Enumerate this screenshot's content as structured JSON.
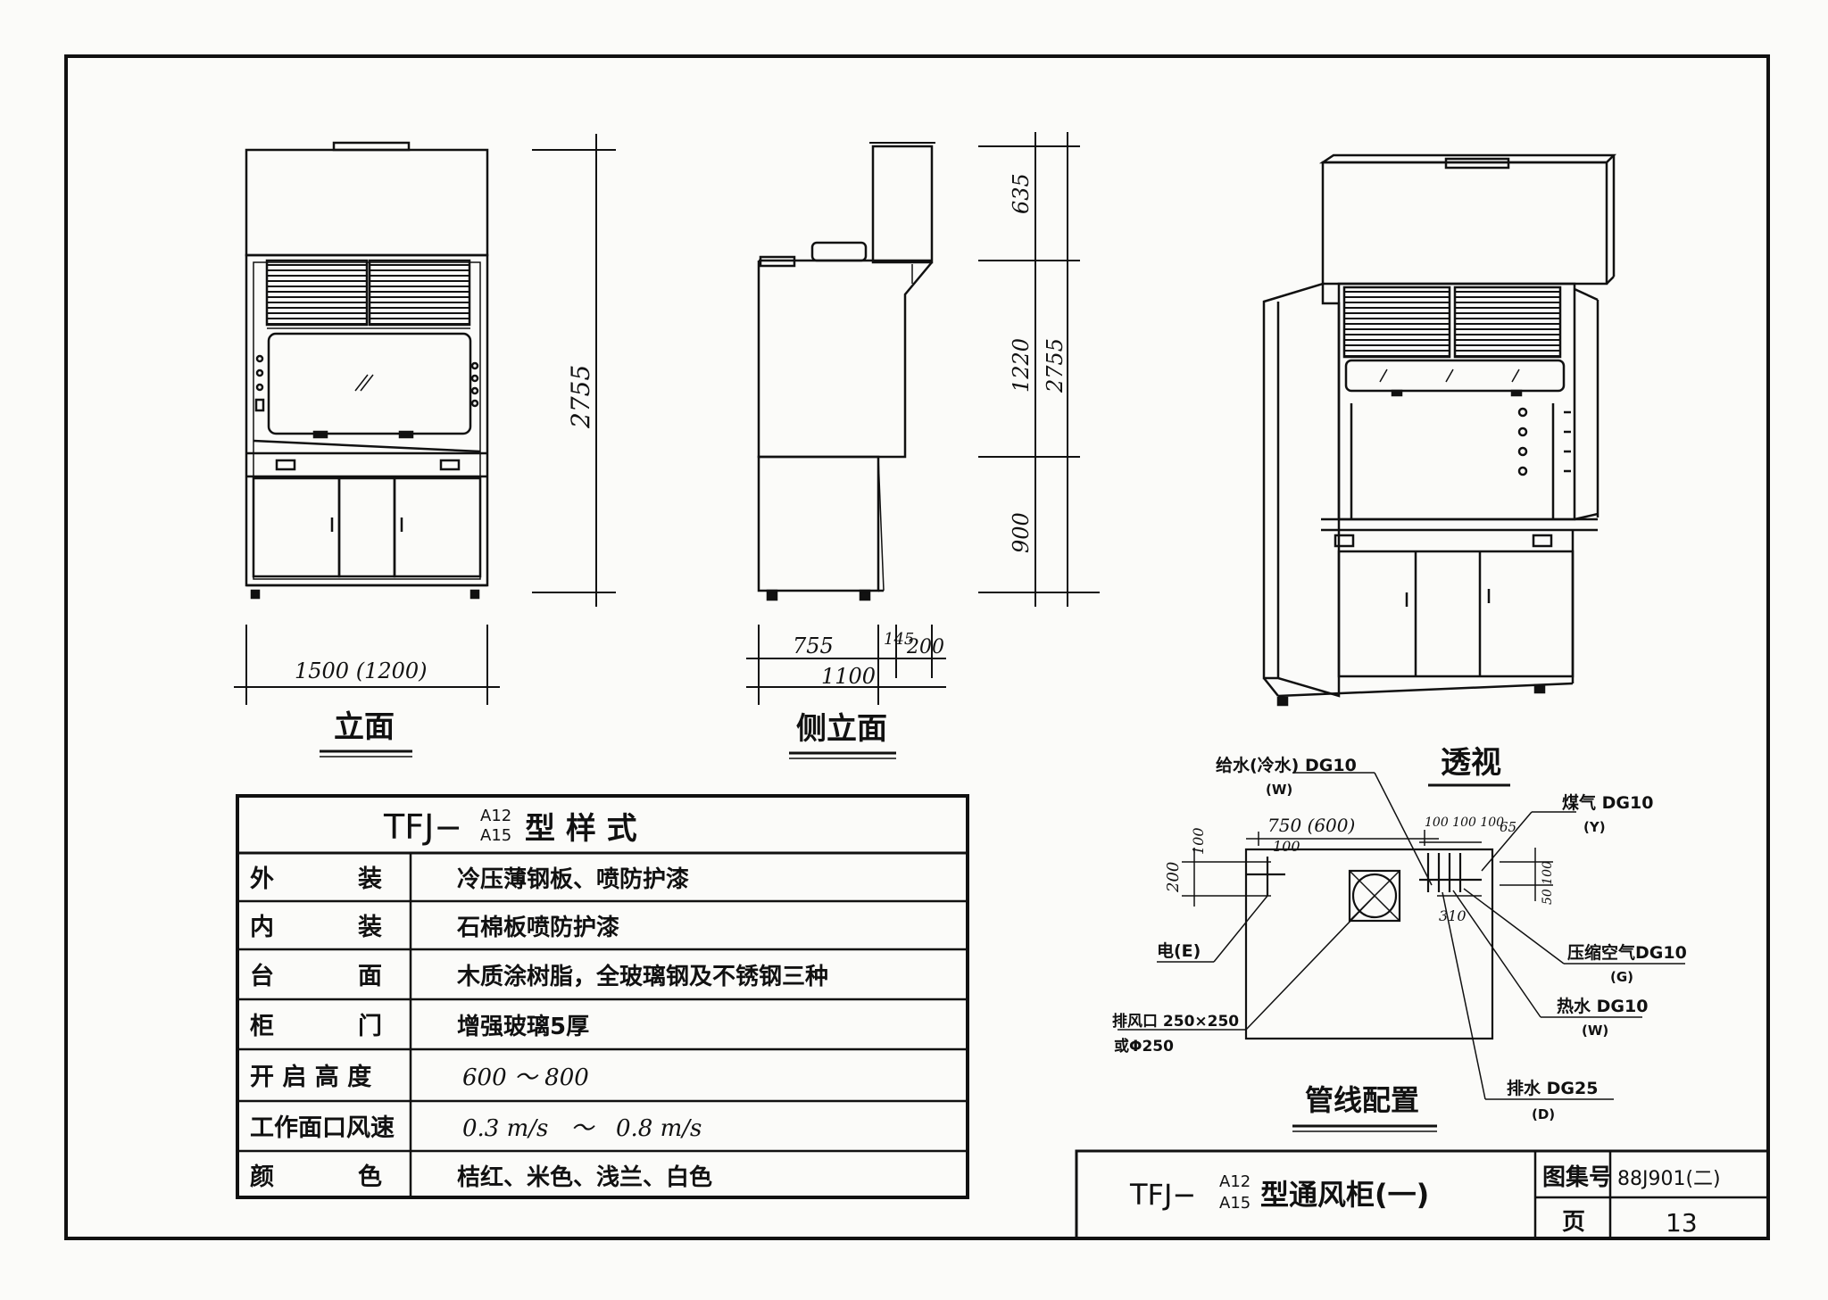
{
  "views": {
    "front_title": "立面",
    "side_title": "侧立面",
    "perspective_title": "透视",
    "piping_title": "管线配置"
  },
  "dimensions": {
    "front_width": "1500 (1200)",
    "front_height": "2755",
    "side_depth": "1100",
    "side_d1": "755",
    "side_d2": "145",
    "side_d3": "200",
    "h_top": "635",
    "h_mid": "1220",
    "h_bottom": "900",
    "h_total": "2755"
  },
  "piping": {
    "water_cold": "给水(冷水) DG10",
    "water_cold_code": "(W)",
    "gas": "煤气 DG10",
    "gas_code": "(Y)",
    "electric": "电(E)",
    "compressed_air": "压缩空气DG10",
    "compressed_air_code": "(G)",
    "hot_water": "热水 DG10",
    "hot_water_code": "(W)",
    "exhaust": "排风口 250×250",
    "exhaust_alt": "或Φ250",
    "drain": "排水 DG25",
    "drain_code": "(D)",
    "dim_750": "750 (600)",
    "dim_100a": "100",
    "dim_100b": "100",
    "dim_200": "200",
    "dim_spacing": "100 100 100",
    "dim_65": "65",
    "dim_310": "310",
    "dim_50_100": "50 100"
  },
  "spec_table": {
    "title_prefix": "TFJ−",
    "title_sup": "A12",
    "title_sub": "A15",
    "title_suffix": "型  样  式",
    "rows": [
      {
        "label": "外          装",
        "value": "冷压薄钢板、喷防护漆"
      },
      {
        "label": "内          装",
        "value": "石棉板喷防护漆"
      },
      {
        "label": "台          面",
        "value": "木质涂树脂，全玻璃钢及不锈钢三种"
      },
      {
        "label": "柜          门",
        "value": "增强玻璃5厚"
      },
      {
        "label": "开 启 高 度",
        "value": "600 ～ 800"
      },
      {
        "label": "工作面口风速",
        "value": "0.3 m/s   ～   0.8 m/s"
      },
      {
        "label": "颜          色",
        "value": "桔红、米色、浅兰、白色"
      }
    ]
  },
  "title_block": {
    "name_prefix": "TFJ−",
    "name_sup": "A12",
    "name_sub": "A15",
    "name_suffix": "型通风柜(一)",
    "atlas_label": "图集号",
    "atlas_value": "88J901(二)",
    "page_label": "页",
    "page_value": "13"
  }
}
